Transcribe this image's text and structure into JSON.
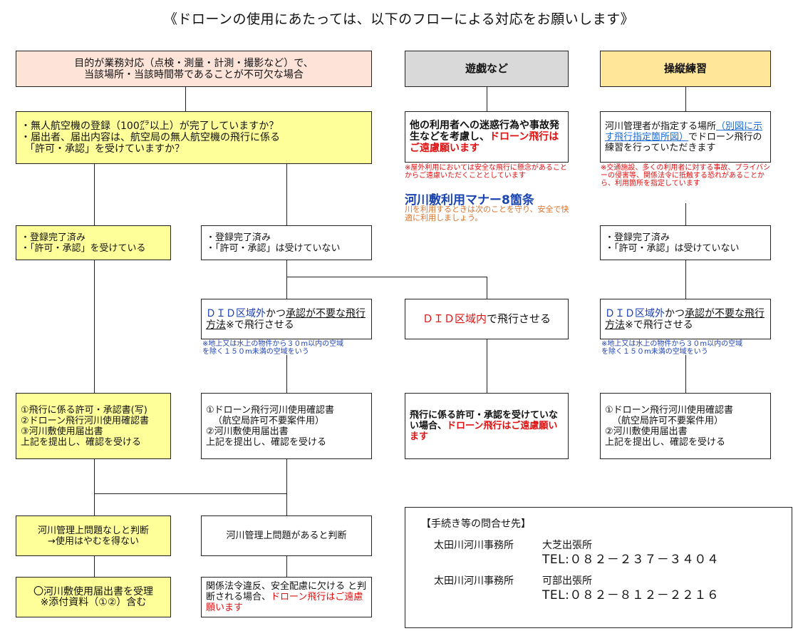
{
  "title": "《ドローンの使用にあたっては、以下のフローによる対応をお願いします》",
  "col1": {
    "header": [
      "目的が業務対応（点検・測量・計測・撮影など）で、",
      "当該場所・当該時間帯であることが不可欠な場合"
    ],
    "question": [
      "・無人航空機の登録（100㌘以上）が完了していますか？",
      "・届出者、届出内容は、航空局の無人航空機の飛行に係る",
      "「許可・承認」を受けていますか？"
    ],
    "yes_box": [
      "・登録完了済み",
      "・「許可・承認」を受けている"
    ],
    "no_box": [
      "・登録完了済み",
      "・「許可・承認」は受けていない"
    ],
    "did_outside": {
      "blue": "ＤＩＤ区域外",
      "mid": "かつ",
      "ul": "承認が不要な飛行方法",
      "star": "※",
      "end": "で飛行させる"
    },
    "did_note": [
      "※地上又は水上の物件から３０m以内の空域",
      "を除く１５０m未満の空域をいう"
    ],
    "docs_yes": [
      "①飛行に係る許可・承認書(写)",
      "②ドローン飛行河川使用確認書",
      "③河川敷使用届出書",
      "上記を提出し、確認を受ける"
    ],
    "docs_no": [
      "①ドローン飛行河川使用確認書",
      "（航空局許可不要案件用）",
      "②河川敷使用届出書",
      "上記を提出し、確認を受ける"
    ],
    "judge_ok": [
      "河川管理上問題なしと判断",
      "→使用はやむを得ない"
    ],
    "judge_ng": "河川管理上問題があると判断",
    "accept": [
      "〇河川敷使用届出書を受理",
      "※添付資料（①②）含む"
    ],
    "refuse": {
      "normal": "関係法令違反、安全配慮に欠ける と判断される場合、",
      "red": "ドローン飛行はご遠慮願います"
    }
  },
  "col2": {
    "header": "遊戯など",
    "body": {
      "normal": "他の利用者への迷惑行為や事故発生などを考慮し、",
      "red": "ドローン飛行はご遠慮願います"
    },
    "note": "※屋外利用においては安全な飛行に懸念があることからご遠慮いただくこととしています",
    "manner_title": "河川敷利用マナー8箇条",
    "manner_sub": "川を利用するときは次のことを守り、安全で快適に利用しましょう。",
    "did_inside": {
      "red": "ＤＩＤ区域内",
      "end": "で飛行させる"
    },
    "no_permit": {
      "normal": "飛行に係る許可・承認を受けていない場合、",
      "red": "ドローン飛行はご遠慮願います"
    }
  },
  "col3": {
    "header": "操縦練習",
    "body": {
      "a": "河川管理者が指定する場所",
      "link": "（別図に示す飛行指定箇所図）",
      "b": "でドローン飛行の練習を行っていただきます"
    },
    "note": "※交通施設、多くの利用者に対する事故、プライバシーの侵害等、関係法令に抵触する恐れがあることから、利用箇所を指定しています",
    "status": [
      "・登録完了済み",
      "・「許可・承認」は受けていない"
    ],
    "did_outside": {
      "blue": "ＤＩＤ区域外",
      "mid": "かつ",
      "ul": "承認が不要な飛行方法",
      "star": "※",
      "end": "で飛行させる"
    },
    "did_note": [
      "※地上又は水上の物件から３０m以内の空域",
      "を除く１５０m未満の空域をいう"
    ],
    "docs": [
      "①ドローン飛行河川使用確認書",
      "（航空局許可不要案件用）",
      "②河川敷使用届出書",
      "上記を提出し、確認を受ける"
    ]
  },
  "contact": {
    "heading": "【手続き等の問合せ先】",
    "offices": [
      {
        "office": "太田川河川事務所",
        "branch": "大芝出張所",
        "tel": "TEL:０８２－２３７－３４０４"
      },
      {
        "office": "太田川河川事務所",
        "branch": "可部出張所",
        "tel": "TEL:０８２－８１２－２２１６"
      }
    ]
  }
}
